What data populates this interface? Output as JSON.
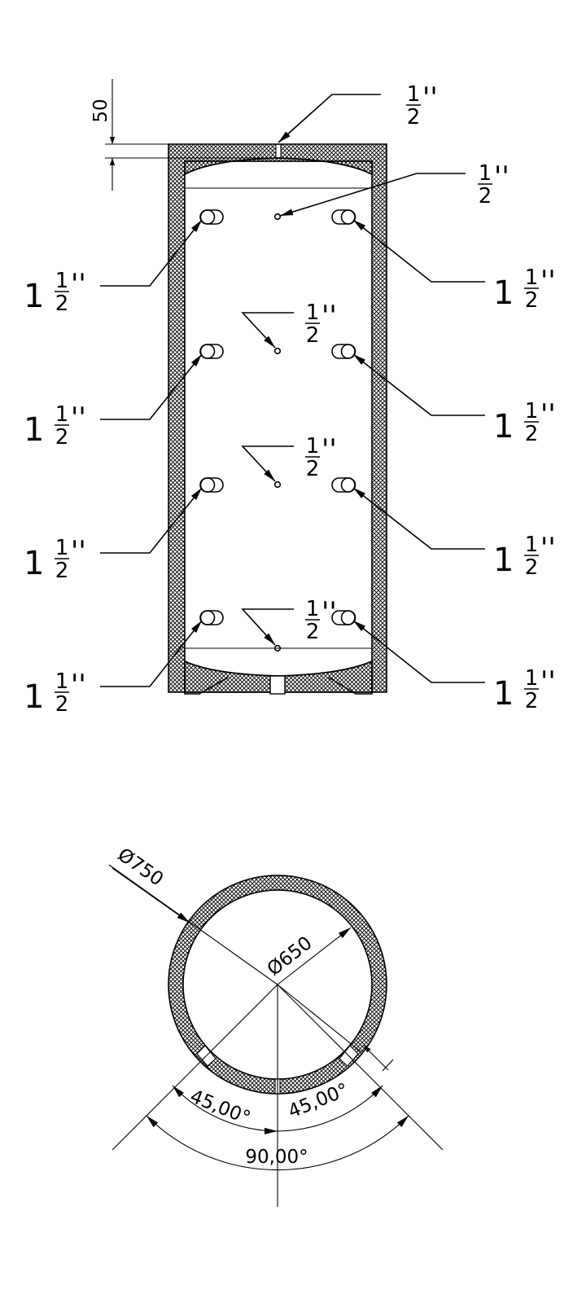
{
  "side_view": {
    "top_thickness_dim": "50",
    "top_socket": {
      "numerator": "1",
      "denominator": "2",
      "unit": "''"
    },
    "sensor_sockets": [
      {
        "numerator": "1",
        "denominator": "2",
        "unit": "''"
      },
      {
        "numerator": "1",
        "denominator": "2",
        "unit": "''"
      },
      {
        "numerator": "1",
        "denominator": "2",
        "unit": "''"
      },
      {
        "numerator": "1",
        "denominator": "2",
        "unit": "''"
      }
    ],
    "connections_left": [
      {
        "whole": "1",
        "numerator": "1",
        "denominator": "2",
        "unit": "''"
      },
      {
        "whole": "1",
        "numerator": "1",
        "denominator": "2",
        "unit": "''"
      },
      {
        "whole": "1",
        "numerator": "1",
        "denominator": "2",
        "unit": "''"
      },
      {
        "whole": "1",
        "numerator": "1",
        "denominator": "2",
        "unit": "''"
      }
    ],
    "connections_right": [
      {
        "whole": "1",
        "numerator": "1",
        "denominator": "2",
        "unit": "''"
      },
      {
        "whole": "1",
        "numerator": "1",
        "denominator": "2",
        "unit": "''"
      },
      {
        "whole": "1",
        "numerator": "1",
        "denominator": "2",
        "unit": "''"
      },
      {
        "whole": "1",
        "numerator": "1",
        "denominator": "2",
        "unit": "''"
      }
    ]
  },
  "top_view": {
    "outer_diameter": "Ø750",
    "inner_diameter": "Ø650",
    "angle_left": "45,00°",
    "angle_right": "45,00°",
    "angle_total": "90,00°"
  },
  "colors": {
    "line": "#000000",
    "background": "#ffffff"
  }
}
